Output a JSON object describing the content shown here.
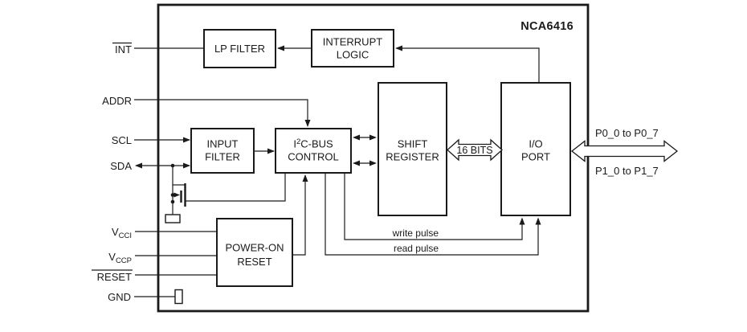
{
  "title": "NCA6416",
  "blocks": {
    "lp_filter": {
      "label": "LP FILTER"
    },
    "interrupt_logic": {
      "line1": "INTERRUPT",
      "line2": "LOGIC"
    },
    "input_filter": {
      "line1": "INPUT",
      "line2": "FILTER"
    },
    "i2c_control": {
      "l1a": "I",
      "l1sup": "2",
      "l1b": "C-BUS",
      "line2": "CONTROL"
    },
    "shift_register": {
      "line1": "SHIFT",
      "line2": "REGISTER"
    },
    "io_port": {
      "line1": "I/O",
      "line2": "PORT"
    },
    "power_on_reset": {
      "line1": "POWER-ON",
      "line2": "RESET"
    }
  },
  "pins": {
    "int": {
      "label": "INT"
    },
    "addr": {
      "label": "ADDR"
    },
    "scl": {
      "label": "SCL"
    },
    "sda": {
      "label": "SDA"
    },
    "vcci": {
      "base": "V",
      "sub": "CCI"
    },
    "vccp": {
      "base": "V",
      "sub": "CCP"
    },
    "reset": {
      "label": "RESET"
    },
    "gnd": {
      "label": "GND"
    }
  },
  "bus": {
    "label": "16 BITS"
  },
  "ports": {
    "p0": "P0_0 to P0_7",
    "p1": "P1_0 to P1_7"
  },
  "signals": {
    "write": "write pulse",
    "read": "read pulse"
  },
  "colors": {
    "line": "#1a1a1a",
    "background": "#ffffff"
  }
}
